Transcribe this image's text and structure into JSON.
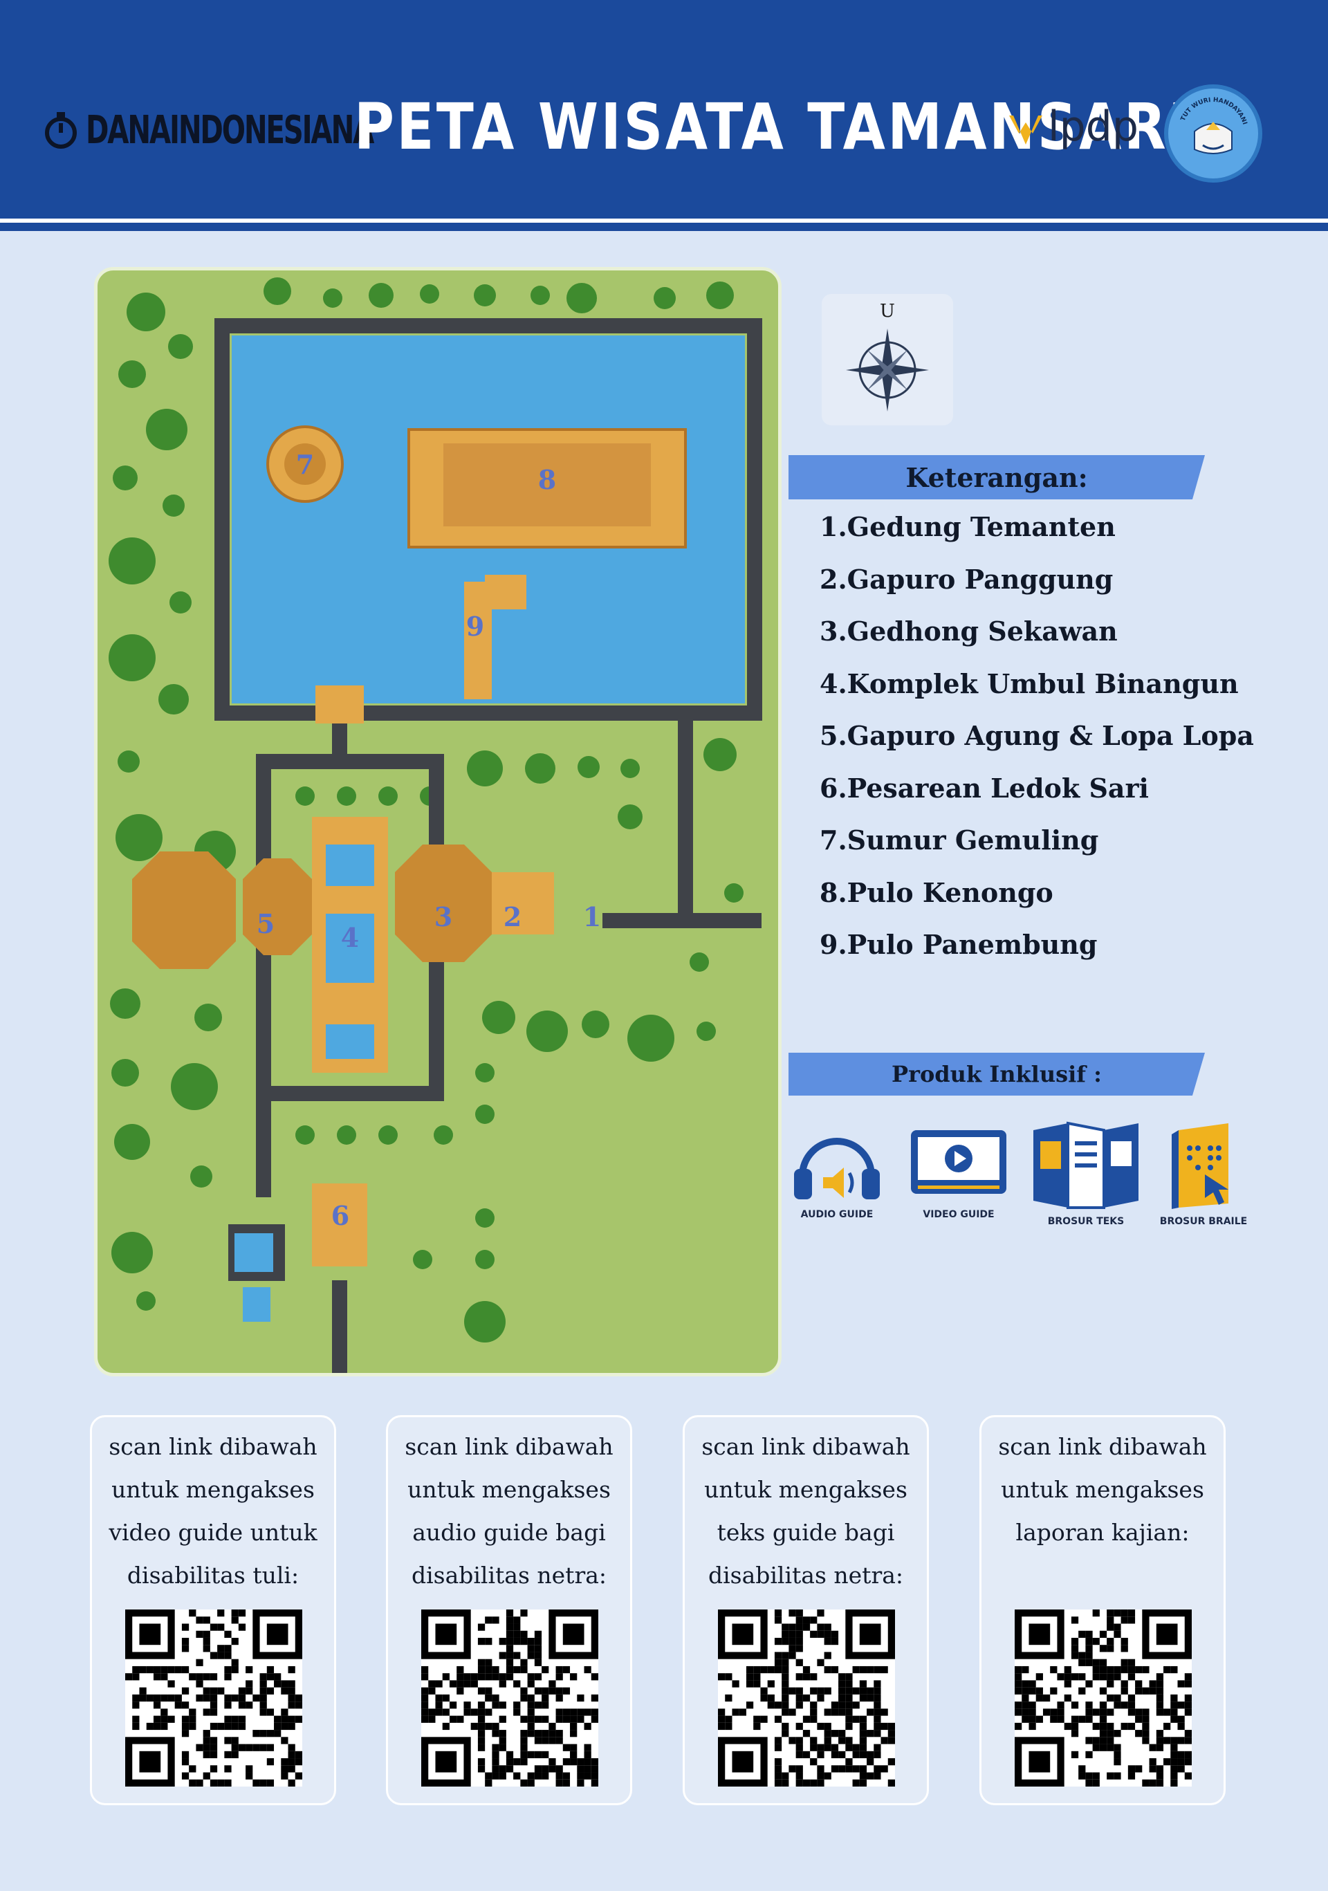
{
  "header": {
    "brand": "DANAINDONESIANA",
    "title": "PETA WISATA TAMANSARI",
    "lpdp": "lpdp",
    "emblem_text": "TUT WURI HANDAYANI"
  },
  "compass": {
    "north_label": "U"
  },
  "legend": {
    "title": "Keterangan:",
    "items": [
      "1.Gedung Temanten",
      "2.Gapuro Panggung",
      "3.Gedhong Sekawan",
      "4.Komplek Umbul Binangun",
      "5.Gapuro Agung & Lopa Lopa",
      "6.Pesarean Ledok Sari",
      "7.Sumur Gemuling",
      "8.Pulo Kenongo",
      "9.Pulo Panembung"
    ]
  },
  "map": {
    "markers": [
      "1",
      "2",
      "3",
      "4",
      "5",
      "6",
      "7",
      "8",
      "9"
    ]
  },
  "produk": {
    "title": "Produk Inklusif  :",
    "items": [
      {
        "label": "AUDIO GUIDE",
        "icon": "headphones-icon"
      },
      {
        "label": "VIDEO GUIDE",
        "icon": "video-player-icon"
      },
      {
        "label": "BROSUR TEKS",
        "icon": "brochure-icon"
      },
      {
        "label": "BROSUR BRAILE",
        "icon": "braille-icon"
      }
    ]
  },
  "qr_cards": [
    {
      "text": [
        "scan link dibawah",
        "untuk mengakses",
        "video guide untuk",
        "disabilitas tuli:"
      ]
    },
    {
      "text": [
        "scan link dibawah",
        "untuk mengakses",
        "audio guide bagi",
        "disabilitas netra:"
      ]
    },
    {
      "text": [
        "scan link dibawah",
        "untuk mengakses",
        "teks guide bagi",
        "disabilitas netra:"
      ]
    },
    {
      "text": [
        "scan link dibawah",
        "untuk mengakses",
        "laporan kajian:",
        ""
      ]
    }
  ],
  "colors": {
    "header_blue": "#1b4a9c",
    "page_bg": "#dbe6f6",
    "banner_blue": "#5e8fe0",
    "grass": "#a7c56b",
    "water": "#4fa8e0",
    "path": "#3f4248",
    "building": "#e3a84a"
  }
}
